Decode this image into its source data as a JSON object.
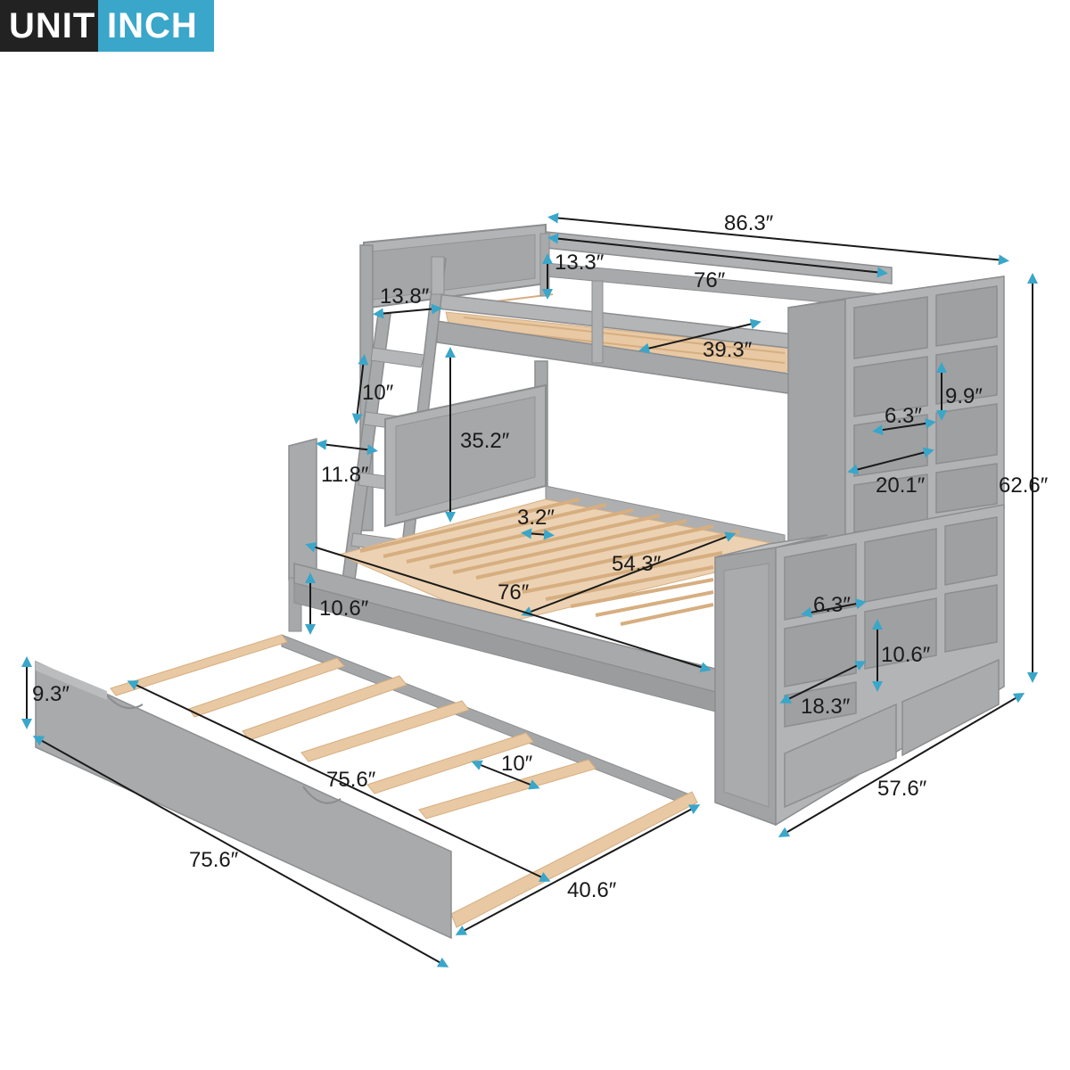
{
  "badge": {
    "unit": "UNIT",
    "inch": "INCH"
  },
  "colors": {
    "frame": "#a9aaab",
    "frame_dark": "#8c8d8f",
    "frame_light": "#c4c5c6",
    "slat": "#e8c9a4",
    "slat_edge": "#d6ae80",
    "accent": "#3aa6c9",
    "badge_dark": "#222222",
    "badge_accent": "#3aa6c9"
  },
  "dimensions": {
    "overall_length": "86.3″",
    "top_inner_length": "76″",
    "guard_gap": "13.3″",
    "ladder_width": "13.8″",
    "top_width": "39.3″",
    "ladder_step": "10″",
    "bunk_clearance": "35.2″",
    "ladder_depth": "11.8″",
    "bottom_slat_gap": "3.2″",
    "bottom_width": "54.3″",
    "bottom_length": "76″",
    "floor_clearance": "10.6″",
    "shelf_width_upper": "6.3″",
    "shelf_height_upper": "9.9″",
    "shelf_depth_upper": "20.1″",
    "overall_height": "62.6″",
    "shelf_width_lower": "6.3″",
    "shelf_height_lower": "10.6″",
    "shelf_depth_lower": "18.3″",
    "overall_width": "57.6″",
    "trundle_height": "9.3″",
    "trundle_inner_length": "75.6″",
    "trundle_slat_gap": "10″",
    "trundle_length": "75.6″",
    "trundle_width": "40.6″"
  }
}
